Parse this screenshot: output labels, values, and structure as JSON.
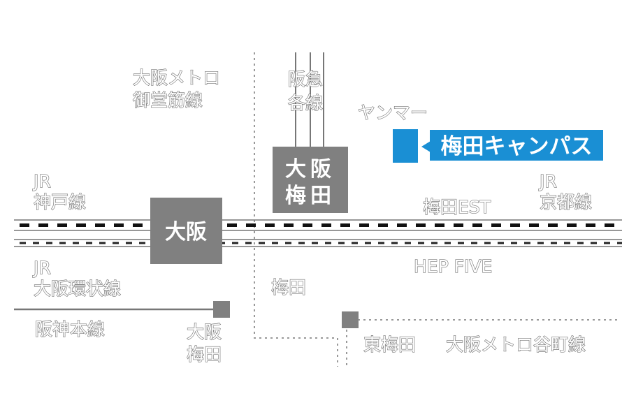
{
  "colors": {
    "station": "#808080",
    "campus": "#1a8fd4",
    "line": "#777777",
    "rail_dash": "#111111"
  },
  "stations": {
    "osaka_jr": "大阪",
    "osaka_umeda_hankyu": [
      "大阪",
      "梅田"
    ],
    "osaka_umeda_hanshin": [
      "大阪",
      "梅田"
    ],
    "higashi_umeda": "東梅田",
    "umeda_midosuji": "梅田"
  },
  "lines": {
    "midosuji": [
      "大阪メトロ",
      "御堂筋線"
    ],
    "hankyu": [
      "阪急",
      "各線"
    ],
    "jr_kobe": [
      "JR",
      "神戸線"
    ],
    "jr_kyoto": [
      "JR",
      "京都線"
    ],
    "jr_loop": [
      "JR",
      "大阪環状線"
    ],
    "hanshin": "阪神本線",
    "tanimachi": "大阪メトロ谷町線"
  },
  "landmarks": {
    "yanmar": "ヤンマー",
    "umeda_est": "梅田EST",
    "hep_five": "HEP FIVE"
  },
  "campus": {
    "label": "梅田キャンパス"
  }
}
